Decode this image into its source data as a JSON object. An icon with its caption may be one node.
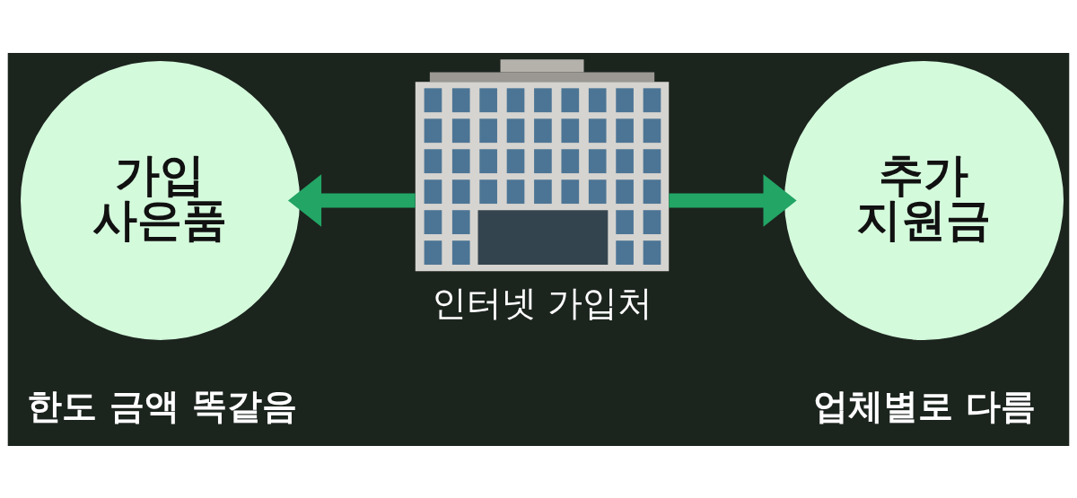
{
  "diagram": {
    "nodes": [
      {
        "text": [
          "가입 사은품"
        ],
        "beside": [
          "한도 금액 똑같음"
        ]
      },
      {
        "text": [],
        "shape": "picture",
        "beside": [
          "인터넷 가입처"
        ]
      },
      {
        "text": [
          "추가 지원금"
        ],
        "beside": [
          "업체별로 다름"
        ]
      }
    ],
    "edges": [
      {
        "from": 1,
        "to": 0,
        "arrow": "to"
      },
      {
        "from": 1,
        "to": 2,
        "arrow": "to"
      }
    ]
  }
}
